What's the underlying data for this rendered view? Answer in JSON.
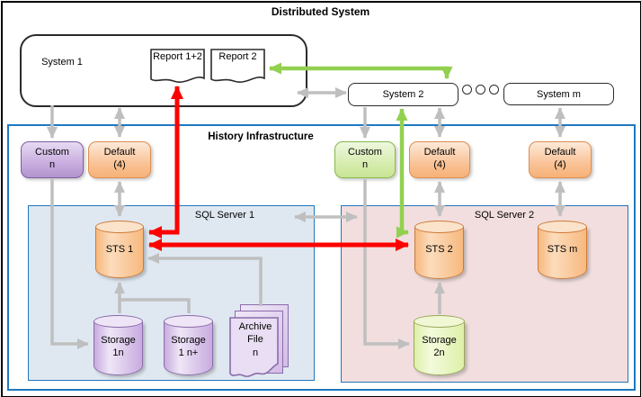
{
  "title": "Distributed System",
  "distributed_system": {
    "system1": "System 1",
    "system2": "System 2",
    "system_m": "System m",
    "report12": {
      "line1": "Report",
      "line2": "1+2"
    },
    "report2": {
      "line1": "Report",
      "line2": "2"
    }
  },
  "history_infrastructure": {
    "title": "History Infrastructure",
    "custom_left": {
      "line1": "Custom",
      "line2": "n"
    },
    "default_left": {
      "line1": "Default",
      "line2": "(4)"
    },
    "custom_right": {
      "line1": "Custom",
      "line2": "n"
    },
    "default_mid": {
      "line1": "Default",
      "line2": "(4)"
    },
    "default_right": {
      "line1": "Default",
      "line2": "(4)"
    },
    "sql_server1": {
      "title": "SQL Server 1",
      "sts1": "STS 1",
      "storage_1n": {
        "line1": "Storage",
        "line2": "1n"
      },
      "storage_1np": {
        "line1": "Storage",
        "line2": "1 n+"
      },
      "archive": {
        "line1": "Archive",
        "line2": "File",
        "line3": "n"
      }
    },
    "sql_server2": {
      "title": "SQL Server 2",
      "sts2": "STS 2",
      "sts_m": "STS m",
      "storage_2n": {
        "line1": "Storage",
        "line2": "2n"
      }
    }
  },
  "colors": {
    "arrow_gray": "#bfbfbf",
    "arrow_red": "#fe0000",
    "arrow_green": "#92d050",
    "blue_border": "#1f78c1",
    "sql_server1_fill": "#dfe8f1",
    "sql_server2_fill": "#f2dede",
    "custom_purple_fill": "#c6a9dd",
    "default_orange_fill": "#f9c092",
    "custom_green_fill": "#d5ebab",
    "sts_cylinder_fill": "#f9c698",
    "storage_purple_fill": "#dcc8ec",
    "storage_green_fill": "#e8f4c0"
  }
}
